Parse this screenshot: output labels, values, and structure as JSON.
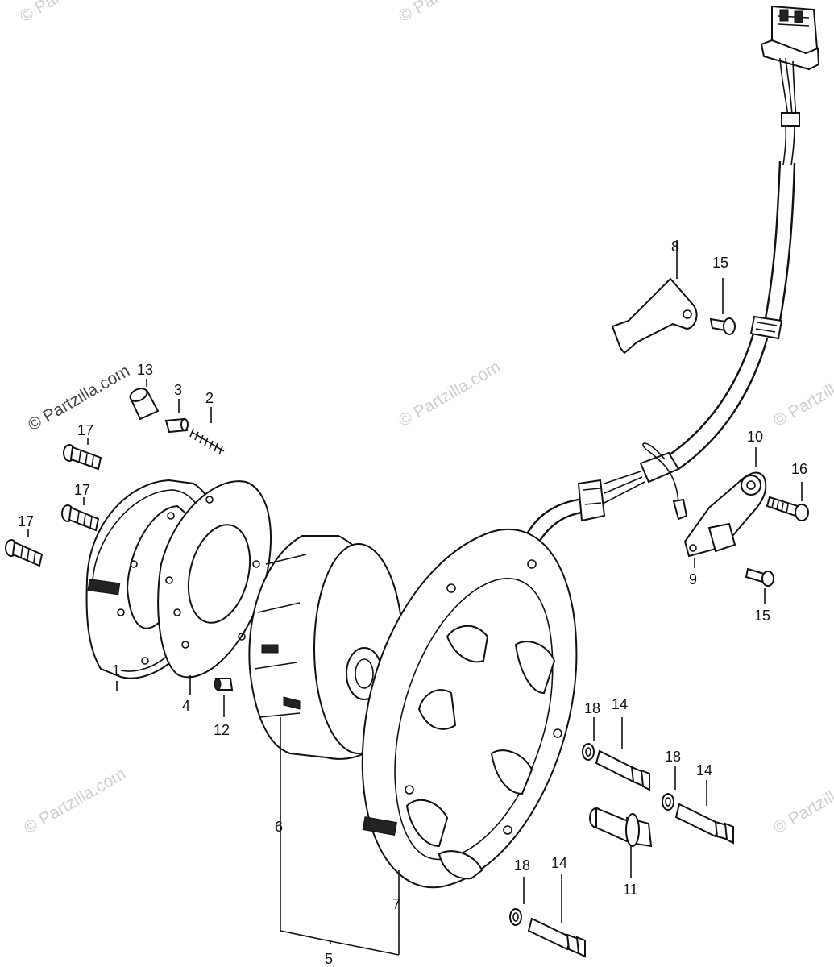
{
  "watermark": {
    "text": "© Partzilla.com"
  },
  "callouts": [
    {
      "id": "c1",
      "text": "1"
    },
    {
      "id": "c2",
      "text": "2"
    },
    {
      "id": "c3",
      "text": "3"
    },
    {
      "id": "c4",
      "text": "4"
    },
    {
      "id": "c5",
      "text": "5"
    },
    {
      "id": "c6",
      "text": "6"
    },
    {
      "id": "c7",
      "text": "7"
    },
    {
      "id": "c8",
      "text": "8"
    },
    {
      "id": "c9",
      "text": "9"
    },
    {
      "id": "c10",
      "text": "10"
    },
    {
      "id": "c11",
      "text": "11"
    },
    {
      "id": "c12",
      "text": "12"
    },
    {
      "id": "c13",
      "text": "13"
    },
    {
      "id": "c14a",
      "text": "14"
    },
    {
      "id": "c14b",
      "text": "14"
    },
    {
      "id": "c14c",
      "text": "14"
    },
    {
      "id": "c15a",
      "text": "15"
    },
    {
      "id": "c15b",
      "text": "15"
    },
    {
      "id": "c16",
      "text": "16"
    },
    {
      "id": "c17a",
      "text": "17"
    },
    {
      "id": "c17b",
      "text": "17"
    },
    {
      "id": "c17c",
      "text": "17"
    },
    {
      "id": "c18a",
      "text": "18"
    },
    {
      "id": "c18b",
      "text": "18"
    },
    {
      "id": "c18c",
      "text": "18"
    }
  ]
}
